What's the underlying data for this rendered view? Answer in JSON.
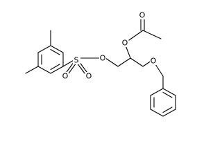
{
  "structure": {
    "atom_labels": {
      "sulfonyl_o_left": "O",
      "sulfur": "S",
      "sulfonyl_o_right": "O",
      "ester_o": "O",
      "acetyl_ester_o": "O",
      "acetyl_carbonyl_o": "O",
      "ether_o": "O"
    },
    "colors": {
      "bond": "#000000",
      "label": "#000000",
      "background": "#ffffff"
    }
  }
}
